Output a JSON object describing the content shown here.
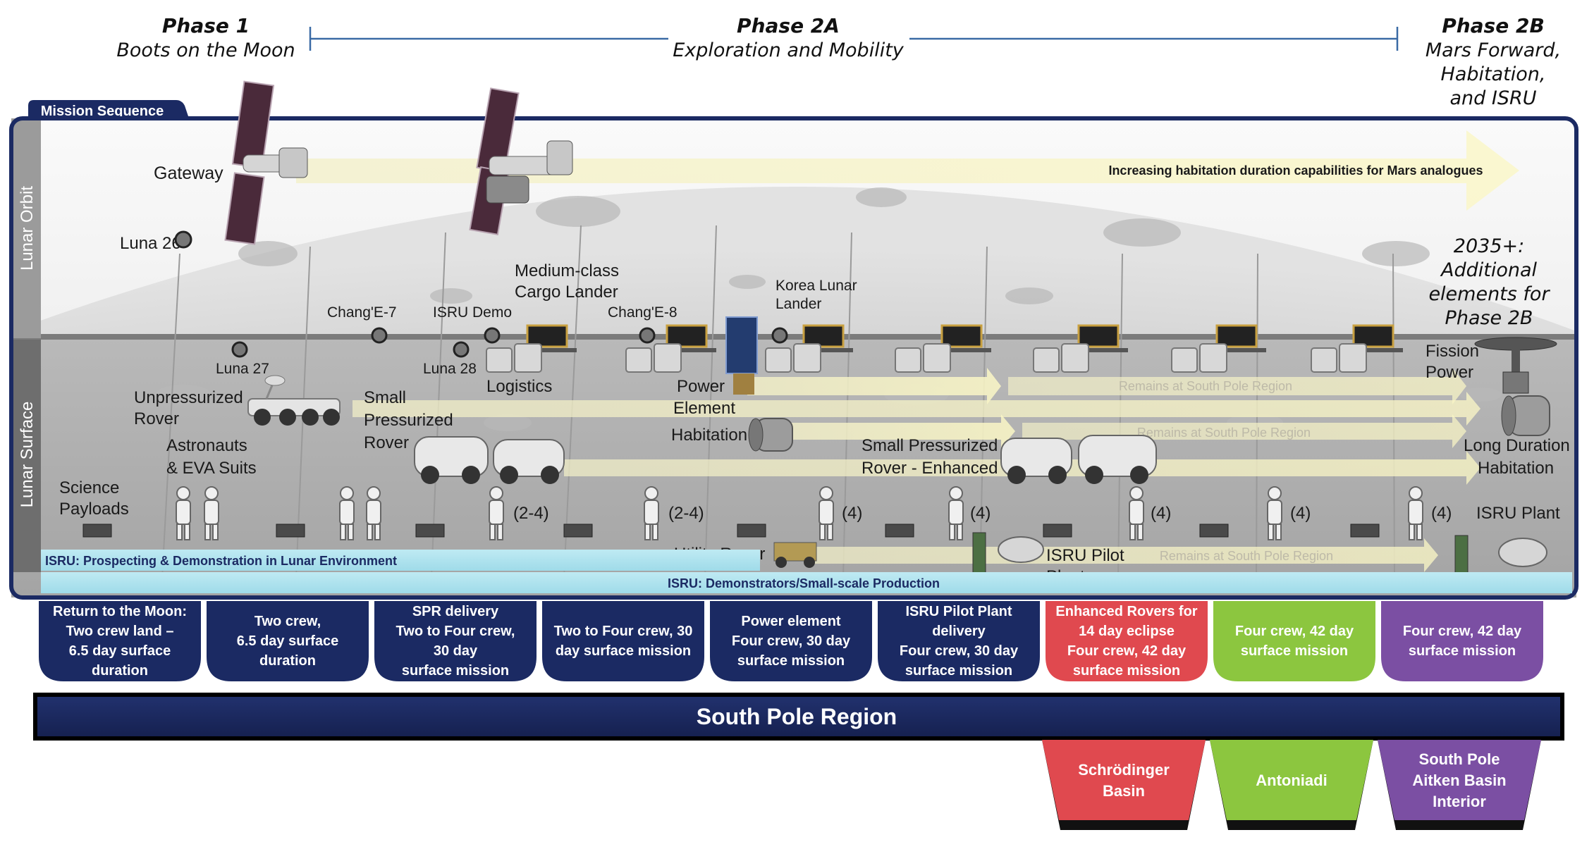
{
  "phases": [
    {
      "title": "Phase 1",
      "subtitle": [
        "Boots on the Moon"
      ]
    },
    {
      "title": "Phase 2A",
      "subtitle": [
        "Exploration and Mobility"
      ]
    },
    {
      "title": "Phase 2B",
      "subtitle": [
        "Mars Forward,",
        "Habitation,",
        "and ISRU"
      ]
    }
  ],
  "mission_sequence_tab": "Mission Sequence",
  "side_labels": {
    "orbit": "Lunar Orbit",
    "surface": "Lunar Surface"
  },
  "orbit": {
    "gateway": "Gateway",
    "habitation_arrow": "Increasing habitation duration capabilities for Mars analogues",
    "luna26": "Luna 26",
    "additional": [
      "2035+:",
      "Additional",
      "elements for",
      "Phase 2B"
    ]
  },
  "landers": {
    "change7": "Chang'E-7",
    "isru_demo": "ISRU Demo",
    "medium_class": [
      "Medium-class",
      "Cargo Lander"
    ],
    "change8": "Chang'E-8",
    "korea": [
      "Korea Lunar",
      "Lander"
    ],
    "luna27": "Luna 27",
    "luna28": "Luna 28"
  },
  "surface": {
    "logistics": "Logistics",
    "power_element": [
      "Power",
      "Element"
    ],
    "habitation": "Habitation",
    "unpressurized_rover": [
      "Unpressurized",
      "Rover"
    ],
    "small_pressurized_rover": [
      "Small",
      "Pressurized",
      "Rover"
    ],
    "spr_enhanced": [
      "Small Pressurized",
      "Rover - Enhanced"
    ],
    "astronauts": [
      "Astronauts",
      "& EVA Suits"
    ],
    "science_payloads": [
      "Science",
      "Payloads"
    ],
    "utility_rover": "Utility Rover",
    "isru_pilot_plant": [
      "ISRU Pilot",
      "Plant"
    ],
    "fission_power": [
      "Fission",
      "Power"
    ],
    "long_duration_habitation": [
      "Long Duration",
      "Habitation"
    ],
    "isru_plant": "ISRU Plant",
    "crew_counts": [
      "(2-4)",
      "(2-4)",
      "(4)",
      "(4)",
      "(4)",
      "(4)",
      "(4)"
    ],
    "remains": "Remains at South Pole Region",
    "isru_prospecting": "ISRU: Prospecting & Demonstration in Lunar Environment",
    "isru_demonstrators": "ISRU: Demonstrators/Small-scale Production"
  },
  "missions": [
    {
      "lines": [
        "Return to the Moon:",
        "Two crew land –",
        "6.5 day surface",
        "duration"
      ],
      "color": "#1b2a63"
    },
    {
      "lines": [
        "Two crew,",
        "6.5 day surface",
        "duration"
      ],
      "color": "#1b2a63"
    },
    {
      "lines": [
        "SPR delivery",
        "Two to Four crew,",
        "30 day",
        "surface mission"
      ],
      "color": "#1b2a63"
    },
    {
      "lines": [
        "Two to Four crew, 30",
        "day surface mission"
      ],
      "color": "#1b2a63"
    },
    {
      "lines": [
        "Power element",
        "Four crew, 30 day",
        "surface mission"
      ],
      "color": "#1b2a63"
    },
    {
      "lines": [
        "ISRU Pilot Plant",
        "delivery",
        "Four crew, 30 day",
        "surface mission"
      ],
      "color": "#1b2a63"
    },
    {
      "lines": [
        "Enhanced Rovers for",
        "14 day eclipse",
        "Four crew, 42 day",
        "surface mission"
      ],
      "color": "#e0494f"
    },
    {
      "lines": [
        "Four crew, 42 day",
        "surface mission"
      ],
      "color": "#8cc63f"
    },
    {
      "lines": [
        "Four crew, 42 day",
        "surface mission"
      ],
      "color": "#7b4fa3"
    }
  ],
  "region": "South Pole Region",
  "sites": [
    {
      "lines": [
        "Schrödinger",
        "Basin"
      ],
      "color": "#e0494f"
    },
    {
      "lines": [
        "Antoniadi"
      ],
      "color": "#8cc63f"
    },
    {
      "lines": [
        "South Pole",
        "Aitken Basin",
        "Interior"
      ],
      "color": "#7b4fa3"
    }
  ]
}
